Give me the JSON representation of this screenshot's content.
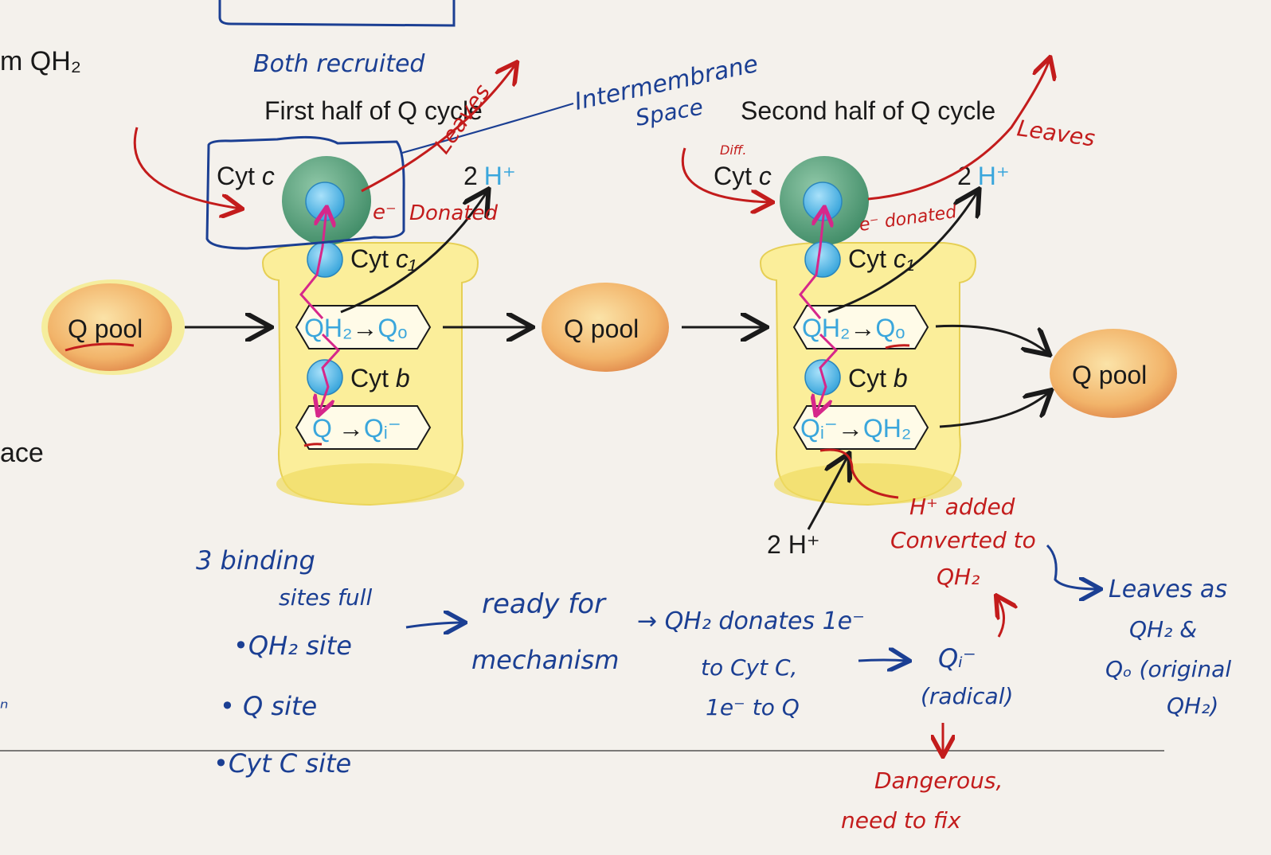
{
  "left_fragments": {
    "qh2": "m QH₂",
    "ace": "ace",
    "m": "ⁿ"
  },
  "first_half": {
    "title": "First half of Q cycle",
    "cyt_c": "Cyt",
    "cyt_c_italic": "c",
    "two_h": "2",
    "h_plus": "H⁺",
    "cyt_c1": "Cyt",
    "cyt_c1_italic": "c₁",
    "site_top_a": "QH₂",
    "site_top_arrow": "→",
    "site_top_b": "Qₒ",
    "cyt_b": "Cyt",
    "cyt_b_italic": "b",
    "site_bot_a": "Q",
    "site_bot_arrow": "→",
    "site_bot_b": "Qᵢ⁻"
  },
  "second_half": {
    "title": "Second half of Q cycle",
    "cyt_c": "Cyt",
    "cyt_c_italic": "c",
    "two_h": "2",
    "h_plus": "H⁺",
    "cyt_c1": "Cyt",
    "cyt_c1_italic": "c₁",
    "site_top_a": "QH₂",
    "site_top_arrow": "→",
    "site_top_b": "Qₒ",
    "cyt_b": "Cyt",
    "cyt_b_italic": "b",
    "site_bot_a": "Qᵢ⁻",
    "site_bot_arrow": "→",
    "site_bot_b": "QH₂",
    "two_h_bottom": "2 H⁺"
  },
  "q_pools": [
    "Q pool",
    "Q pool",
    "Q pool"
  ],
  "notes_blue": {
    "both_recruited": "Both recruited",
    "intermembrane": "Intermembrane",
    "space": "Space",
    "three_binding": "3  binding",
    "sites_full": "sites full",
    "site1": "•QH₂ site",
    "site2": "• Q  site",
    "site3": "•Cyt C site",
    "ready_for": "ready for",
    "mechanism": "mechanism",
    "qh2_donates": "→ QH₂ donates 1e⁻",
    "to_cytc": "to Cyt C,",
    "one_e_to_q": "1e⁻ to Q",
    "qi_radical": "Qᵢ⁻",
    "radical": "(radical)",
    "leaves_as": "Leaves as",
    "qh2_and": "QH₂ &",
    "qo_original": "Qₒ (original",
    "qh2_close": "QH₂)"
  },
  "notes_red": {
    "leaves1": "Leaves",
    "donated": "Donated",
    "e_minus": "e⁻",
    "diff": "Diff.",
    "leaves2": "Leaves",
    "e_donated": "e⁻ donated",
    "h_added": "H⁺ added",
    "converted_to": "Converted to",
    "qh2_red": "QH₂",
    "dangerous": "Dangerous,",
    "need_to_fix": "need to fix"
  },
  "colors": {
    "background": "#f4f1ec",
    "complex_yellow": "#fbee9a",
    "pool_orange": "#f2b46a",
    "heme_blue": "#5cc0ef",
    "cytc_green": "#4f9e78",
    "ink_blue": "#1b3f93",
    "ink_red": "#c31c1c",
    "electron_pink": "#d6278a"
  }
}
